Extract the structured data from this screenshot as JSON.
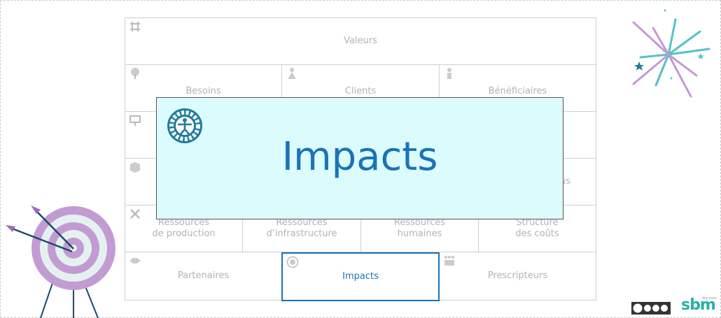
{
  "canvas": {
    "rows": [
      {
        "cells": [
          {
            "key": "valeurs",
            "label": "Valeurs",
            "icon": "hashtag-frame-icon"
          }
        ]
      },
      {
        "cells": [
          {
            "key": "besoins",
            "label": "Besoins",
            "icon": "tree-icon"
          },
          {
            "key": "clients",
            "label": "Clients",
            "icon": "superhero-icon"
          },
          {
            "key": "beneficiaires",
            "label": "Bénéficiaires",
            "icon": "person-icon"
          }
        ]
      },
      {
        "cells": [
          {
            "key": "row3a",
            "label": "",
            "icon": "presentation-icon"
          }
        ]
      },
      {
        "cells": [
          {
            "key": "row4a",
            "label": "",
            "icon": "box-icon"
          },
          {
            "key": "row4c",
            "label": "…us",
            "icon": ""
          }
        ]
      },
      {
        "cells": [
          {
            "key": "ressources_production",
            "label": "Ressources\nde production",
            "icon": "tools-icon"
          },
          {
            "key": "ressources_infrastructure",
            "label": "Ressources\nd’infrastructure",
            "icon": "building-icon"
          },
          {
            "key": "ressources_humaines",
            "label": "Ressources\nhumaines",
            "icon": ""
          },
          {
            "key": "structure_couts",
            "label": "Structure\ndes coûts",
            "icon": ""
          }
        ]
      },
      {
        "cells": [
          {
            "key": "partenaires",
            "label": "Partenaires",
            "icon": "handshake-icon"
          },
          {
            "key": "impacts",
            "label": "Impacts",
            "icon": "vitruvian-icon",
            "highlighted": true
          },
          {
            "key": "prescripteurs",
            "label": "Prescripteurs",
            "icon": "group-icon"
          }
        ]
      }
    ]
  },
  "labels": {
    "valeurs": "Valeurs",
    "besoins": "Besoins",
    "clients": "Clients",
    "beneficiaires": "Bénéficiaires",
    "row4_right": "us",
    "ress_prod_1": "Ressources",
    "ress_prod_2": "de production",
    "ress_infra_1": "Ressources",
    "ress_infra_2": "d’infrastructure",
    "ress_hum_1": "Ressources",
    "ress_hum_2": "humaines",
    "struct_1": "Structure",
    "struct_2": "des coûts",
    "partenaires": "Partenaires",
    "impacts": "Impacts",
    "prescripteurs": "Prescripteurs"
  },
  "overlay": {
    "title": "Impacts",
    "icon": "vitruvian-man-icon"
  },
  "decorations": {
    "target": "archery-target-icon",
    "burst": "firework-burst-icon",
    "license": "creative-commons-icon",
    "brand": "sbm",
    "brand_small": "discover"
  },
  "colors": {
    "accent": "#1a73b8",
    "overlay_bg": "#dcfbfc",
    "target": "#c39bd3",
    "teal": "#2bb0a6",
    "cell_text": "#b3b3b3"
  }
}
